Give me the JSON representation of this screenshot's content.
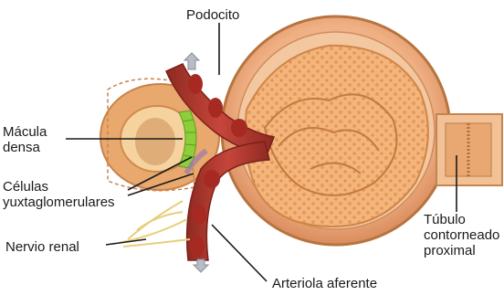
{
  "labels": {
    "podocito": "Podocito",
    "macula_densa": [
      "Mácula",
      "densa"
    ],
    "celulas_yuxtaglomerulares": [
      "Células",
      "yuxtaglomerulares"
    ],
    "nervio_renal": "Nervio renal",
    "arteriola_aferente": "Arteriola aferente",
    "tubulo_contorneado_proximal": [
      "Túbulo",
      "contorneado",
      "proximal"
    ]
  },
  "colors": {
    "capsule": "#f2b48a",
    "capsule_dark": "#d9885a",
    "glomerulus": "#f0a86a",
    "artery_red": "#c0392b",
    "macula_green": "#8ccf3a",
    "nerve_yellow": "#efd98a",
    "arrow_gray": "#b8bcc4"
  }
}
